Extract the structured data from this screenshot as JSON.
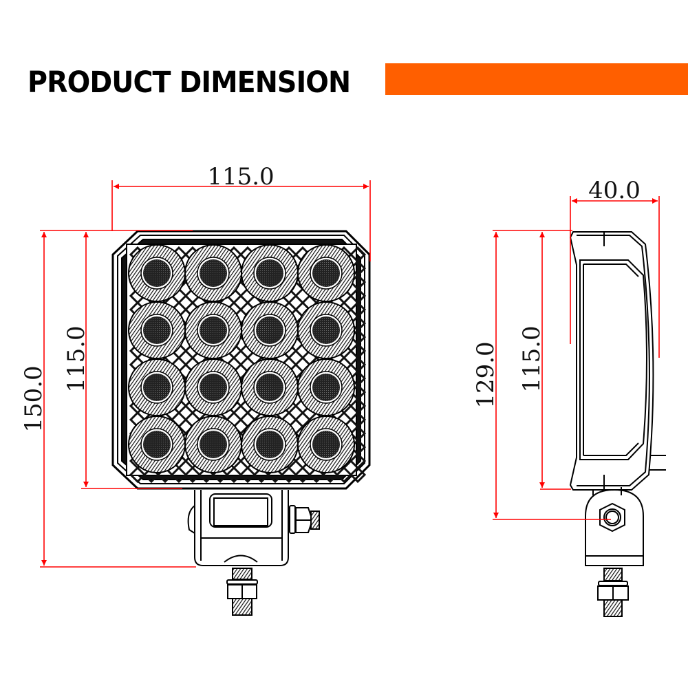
{
  "header": {
    "title": "PRODUCT DIMENSION",
    "accent_color": "#FF5F00"
  },
  "front_view": {
    "width_label": "115.0",
    "body_height_label": "115.0",
    "total_height_label": "150.0",
    "led_grid": {
      "rows": 4,
      "cols": 4
    }
  },
  "side_view": {
    "depth_label": "40.0",
    "body_height_label": "115.0",
    "mount_height_label": "129.0"
  },
  "colors": {
    "dimension_line": "#FF0000",
    "outline": "#000000"
  }
}
